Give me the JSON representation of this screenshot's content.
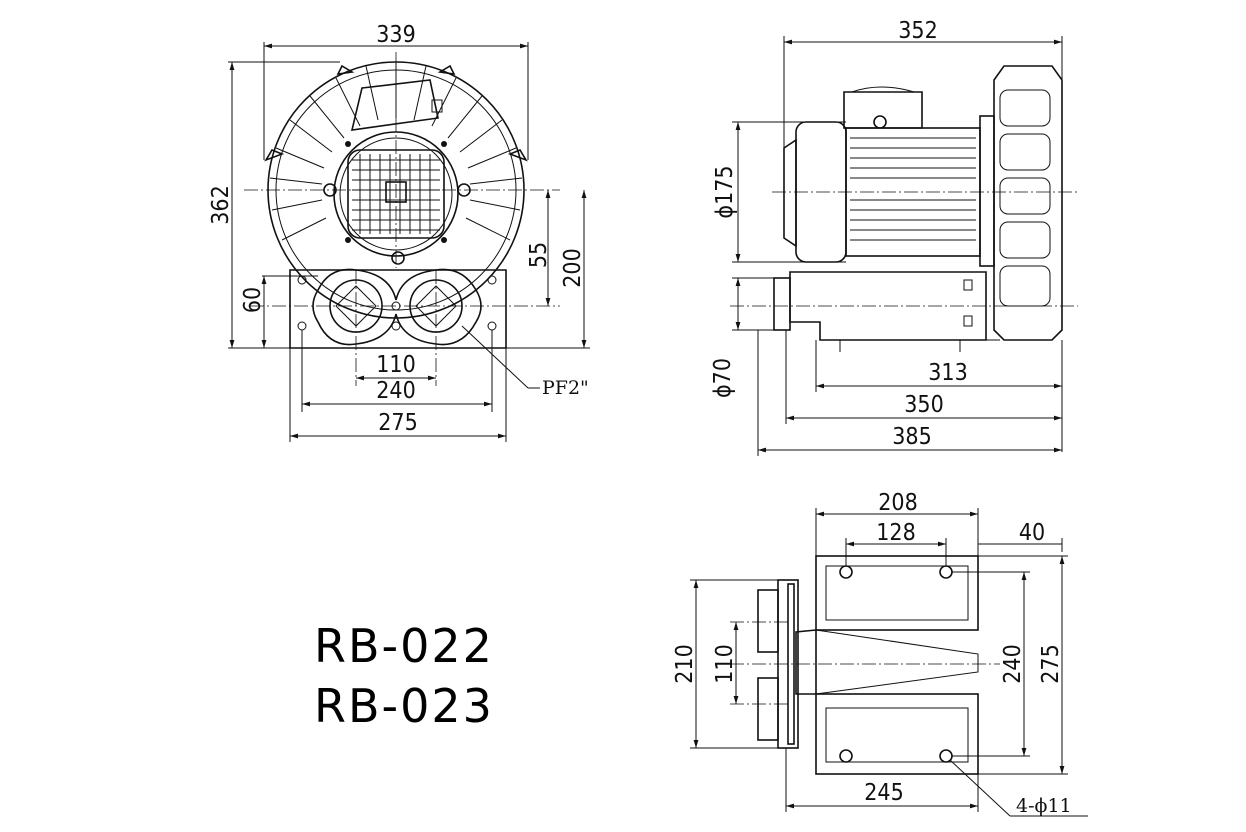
{
  "models": [
    "RB-022",
    "RB-023"
  ],
  "front_view": {
    "dims": {
      "width_top": "339",
      "height_total": "362",
      "center_height": "55",
      "base_to_center": "200",
      "port_height": "60",
      "port_spacing": "110",
      "mount_spacing": "240",
      "base_width": "275"
    },
    "thread_label": "PF2\""
  },
  "side_view": {
    "dims": {
      "motor_length": "352",
      "motor_dia": "ϕ175",
      "port_dia": "ϕ70",
      "base_length": "313",
      "body_length": "350",
      "total_length": "385"
    }
  },
  "bottom_view": {
    "dims": {
      "width_208": "208",
      "hole_spacing_x": "128",
      "offset_40": "40",
      "port_height_210": "210",
      "port_spacing_110": "110",
      "hole_spacing_y": "240",
      "depth_275": "275",
      "bottom_245": "245"
    },
    "hole_label": "4-ϕ11"
  }
}
